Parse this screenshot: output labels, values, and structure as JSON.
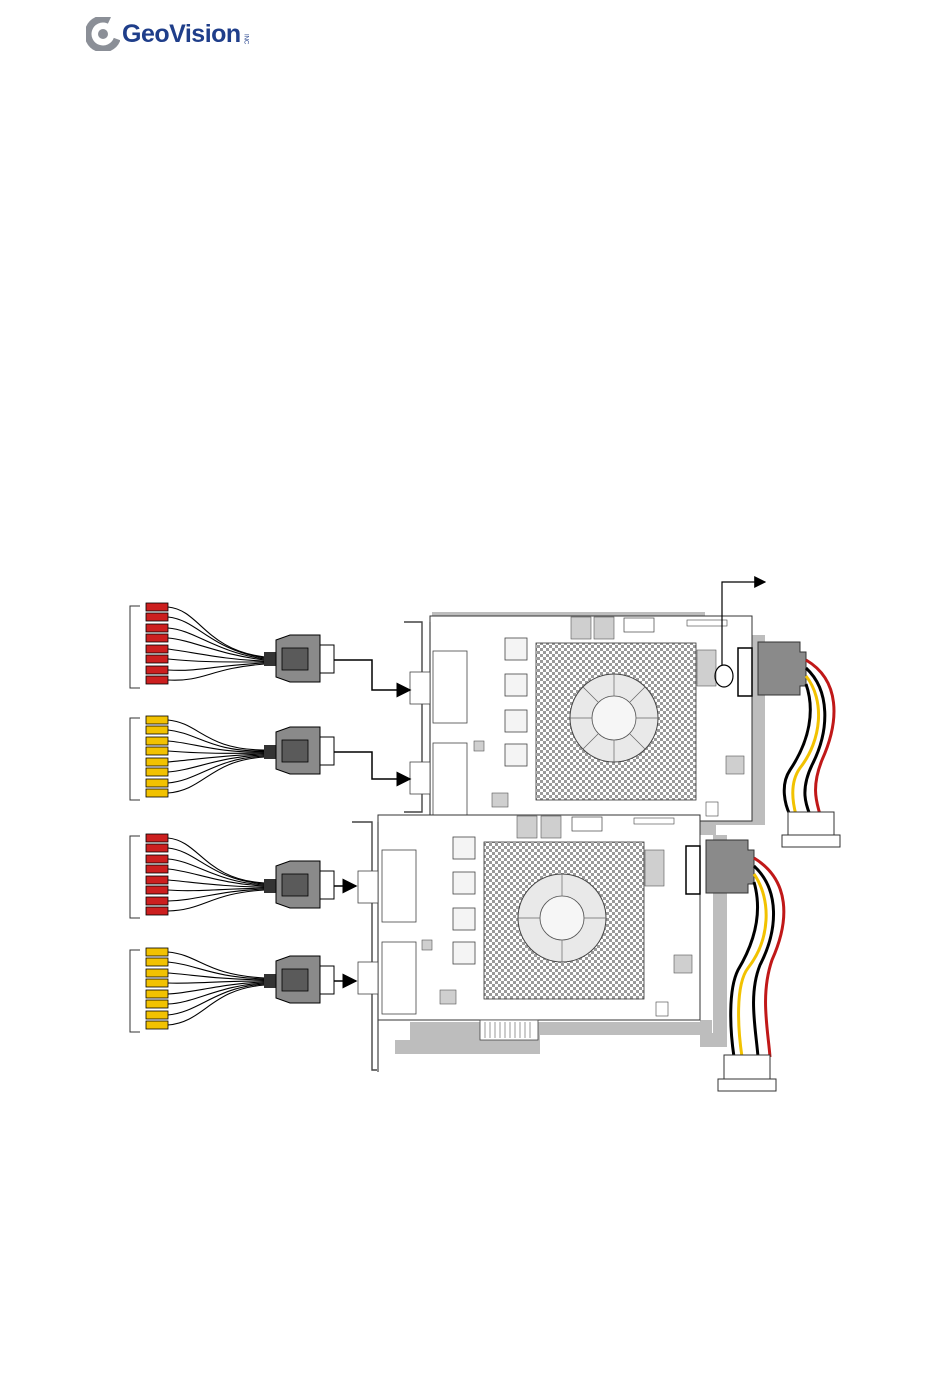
{
  "header": {
    "logo_text": "GeoVision",
    "logo_suffix": "INC"
  },
  "colors": {
    "brand_blue": "#1f3e8a",
    "rca_red": "#cc1f1f",
    "rca_yellow": "#f2c200",
    "wire_red": "#c01818",
    "wire_yellow": "#f2c200",
    "connector_gray": "#8a8a8a",
    "pcb_shadow": "#bdbdbd"
  },
  "diagram": {
    "rca_cable_groups": [
      {
        "color": "red",
        "connectors": 8
      },
      {
        "color": "yellow",
        "connectors": 8
      },
      {
        "color": "red",
        "connectors": 8
      },
      {
        "color": "yellow",
        "connectors": 8
      }
    ],
    "capture_cards": 2,
    "power_adapters": 2
  }
}
